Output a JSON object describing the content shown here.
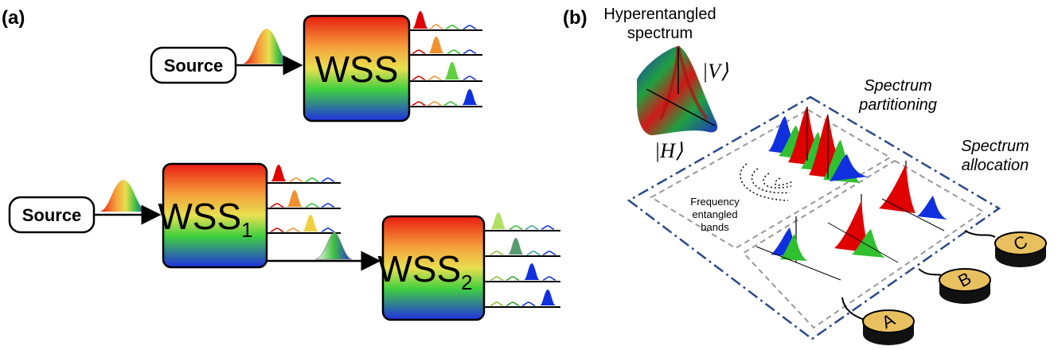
{
  "panel_a": {
    "label": "(a)",
    "top": {
      "source_label": "Source",
      "wss_label": "WSS"
    },
    "bottom": {
      "source_label": "Source",
      "wss1_label": "WSS",
      "wss1_sub": "1",
      "wss2_label": "WSS",
      "wss2_sub": "2"
    }
  },
  "panel_b": {
    "label": "(b)",
    "title_line1": "Hyperentangled",
    "title_line2": "spectrum",
    "ket_v": "|V⟩",
    "ket_h": "|H⟩",
    "partitioning_line1": "Spectrum",
    "partitioning_line2": "partitioning",
    "allocation_line1": "Spectrum",
    "allocation_line2": "allocation",
    "bands_line1": "Frequency",
    "bands_line2": "entangled",
    "bands_line3": "bands",
    "users": [
      "A",
      "B",
      "C"
    ]
  },
  "colors": {
    "red": "#e00000",
    "orange": "#f09030",
    "yellow": "#f0e040",
    "green": "#30c030",
    "blue": "#1030e0",
    "border_blue": "#2a4a8a",
    "dashed_gray": "#999999"
  }
}
